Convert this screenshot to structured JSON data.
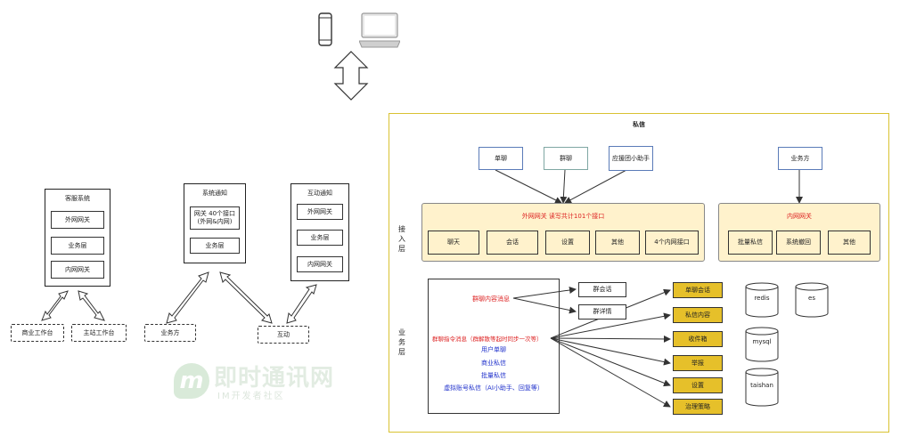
{
  "top": {
    "icons": [
      "phone-icon",
      "laptop-icon"
    ]
  },
  "left": {
    "kefu": {
      "title": "客服系统",
      "items": [
        "外网网关",
        "业务层",
        "内网网关"
      ]
    },
    "sysnotify": {
      "title": "系统通知",
      "items": [
        "网关 40个接口\n(外网&内网)",
        "业务层"
      ]
    },
    "interact": {
      "title": "互动通知",
      "items": [
        "外网网关",
        "业务层",
        "内网网关"
      ]
    },
    "dashed": {
      "biz_bench": "商业工作台",
      "main_bench": "主站工作台",
      "biz_party": "业务方",
      "interact": "互动"
    }
  },
  "watermark": {
    "main": "即时通讯网",
    "sub": "IM开发者社区",
    "logo": "m"
  },
  "private": {
    "title": "私信",
    "sources": [
      "单聊",
      "群聊",
      "应援团小助手"
    ],
    "biz_party": "业务方",
    "ext_gateway": {
      "title": "外网网关 读写共计101个接口",
      "items": [
        "聊天",
        "会话",
        "设置",
        "其他",
        "4个内网接口"
      ]
    },
    "int_gateway": {
      "title": "内网网关",
      "items": [
        "批量私信",
        "系统撤回",
        "其他"
      ]
    },
    "layers": {
      "access": "接入层",
      "business": "业务层"
    },
    "biz": {
      "group_msg": "群聊内容消息",
      "group_cmd": "群聊指令消息（群解散等起时同步一次等）",
      "lines": [
        "用户单聊",
        "商业私信",
        "批量私信",
        "虚拟账号私信（AI小助手、回复等）"
      ],
      "group_targets": [
        "群会话",
        "群详情"
      ],
      "targets": [
        "单聊会话",
        "私信内容",
        "收件箱",
        "举报",
        "设置",
        "治理策略"
      ],
      "stores": [
        "redis",
        "es",
        "mysql",
        "taishan"
      ]
    }
  }
}
